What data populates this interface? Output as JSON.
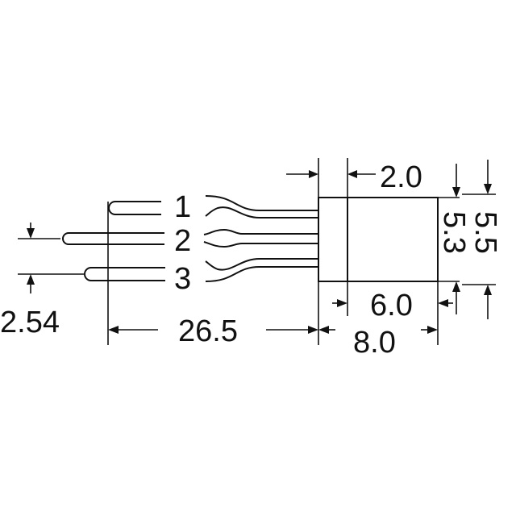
{
  "drawing": {
    "pins": [
      "1",
      "2",
      "3"
    ],
    "dimensions": {
      "body_depth": "2.0",
      "lead_length": "26.5",
      "lead_pitch": "2.54",
      "body_width_inner": "6.0",
      "body_width_outer": "8.0",
      "body_height_inner": "5.3",
      "body_height_outer": "5.5"
    },
    "colors": {
      "line": "#111111",
      "background": "#ffffff"
    }
  }
}
